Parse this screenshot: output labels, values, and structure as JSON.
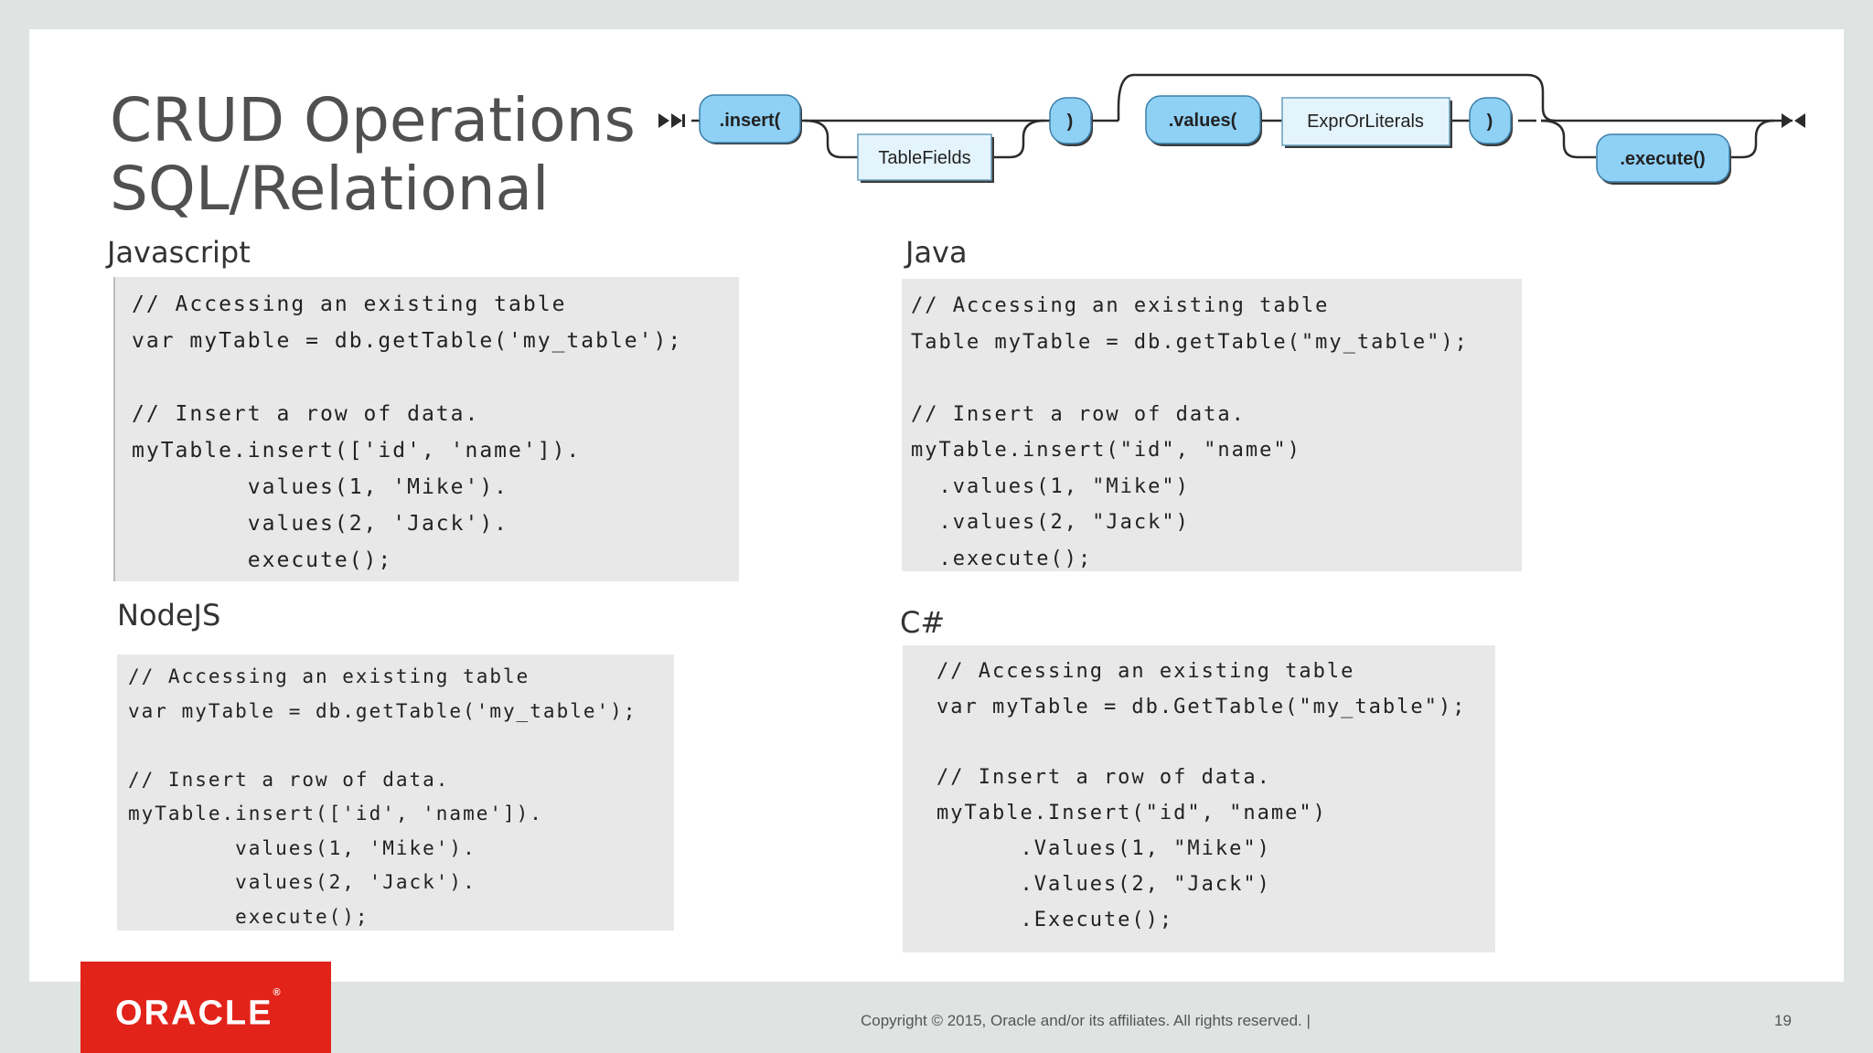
{
  "title": {
    "line1": "CRUD Operations",
    "line2": "SQL/Relational"
  },
  "diagram": {
    "insert": ".insert(",
    "table_fields": "TableFields",
    "close_paren_1": ")",
    "values": ".values(",
    "expr_or_literals": "ExprOrLiterals",
    "close_paren_2": ")",
    "execute": ".execute()"
  },
  "javascript": {
    "label": "Javascript",
    "lines": [
      "// Accessing an existing table",
      "var myTable = db.getTable('my_table');",
      "",
      "// Insert a row of data.",
      "myTable.insert(['id', 'name']).",
      "        values(1, 'Mike').",
      "        values(2, 'Jack').",
      "        execute();"
    ]
  },
  "java": {
    "label": "Java",
    "lines": [
      "// Accessing an existing table",
      "Table myTable = db.getTable(\"my_table\");",
      "",
      "// Insert a row of data.",
      "myTable.insert(\"id\", \"name\")",
      "  .values(1, \"Mike\")",
      "  .values(2, \"Jack\")",
      "  .execute();"
    ]
  },
  "nodejs": {
    "label": "NodeJS",
    "lines": [
      "// Accessing an existing table",
      "var myTable = db.getTable('my_table');",
      "",
      "// Insert a row of data.",
      "myTable.insert(['id', 'name']).",
      "        values(1, 'Mike').",
      "        values(2, 'Jack').",
      "        execute();"
    ]
  },
  "csharp": {
    "label": "C#",
    "lines": [
      "// Accessing an existing table",
      "var myTable = db.GetTable(\"my_table\");",
      "",
      "// Insert a row of data.",
      "myTable.Insert(\"id\", \"name\")",
      "      .Values(1, \"Mike\")",
      "      .Values(2, \"Jack\")",
      "      .Execute();"
    ]
  },
  "footer": {
    "logo": "ORACLE",
    "copyright": "Copyright © 2015, Oracle and/or its affiliates. All rights reserved.  |",
    "page_number": "19"
  },
  "colors": {
    "accent_red": "#e2231a",
    "node_blue": "#8fd0f5",
    "node_light": "#e4f4fd",
    "code_bg": "#e8e8e8"
  }
}
